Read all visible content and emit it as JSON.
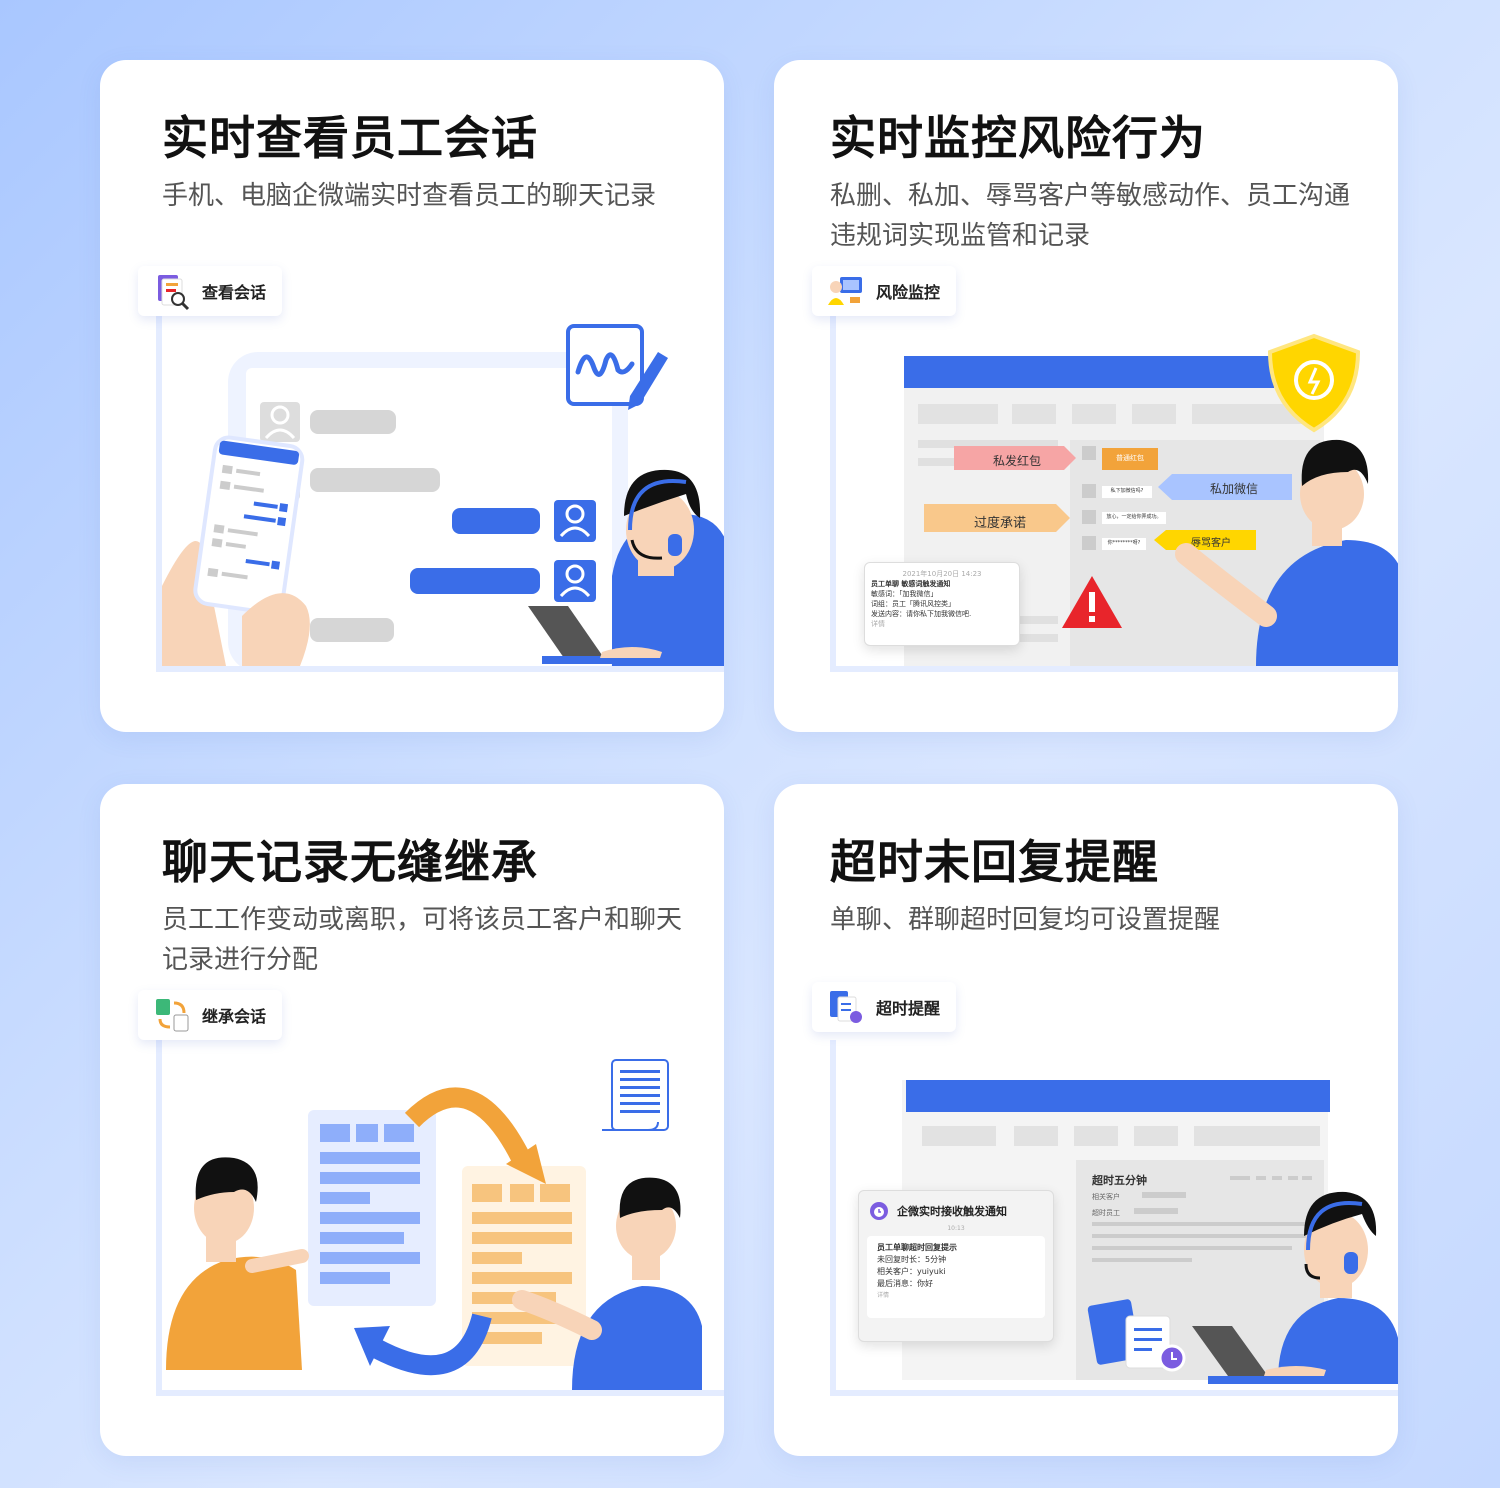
{
  "cards": [
    {
      "title": "实时查看员工会话",
      "desc": "手机、电脑企微端实时查看员工的聊天记录",
      "tag": "查看会话"
    },
    {
      "title": "实时监控风险行为",
      "desc": "私删、私加、辱骂客户等敏感动作、员工沟通违规词实现监管和记录",
      "tag": "风险监控",
      "labels": {
        "red": "私发红包",
        "orange": "过度承诺",
        "blue": "私加微信",
        "yellow": "辱骂客户",
        "redpacket": "普通红包",
        "msg1": "私下加微信吗?",
        "msg2": "放心，一定给你弄成功。",
        "msg3": "你********呀?"
      },
      "alert": {
        "time": "2021年10月20日 14:23",
        "head": "员工单聊 敏感词触发通知",
        "line1": "敏感词：「加我微信」",
        "line2": "词组：员工「腾讯风控类」",
        "line3": "发送内容：请你私下加我微信吧.",
        "more": "详情"
      }
    },
    {
      "title": "聊天记录无缝继承",
      "desc": "员工工作变动或离职，可将该员工客户和聊天记录进行分配",
      "tag": "继承会话"
    },
    {
      "title": "超时未回复提醒",
      "desc": "单聊、群聊超时回复均可设置提醒",
      "tag": "超时提醒",
      "panel": {
        "title": "超时五分钟",
        "row1": "相关客户",
        "row2": "超时员工"
      },
      "notify": {
        "header": "企微实时接收触发通知",
        "time": "10:13",
        "head": "员工单聊超时回复提示",
        "line1": "未回复时长：5分钟",
        "line2": "相关客户：yuiyuki",
        "line3": "最后消息：你好",
        "more": "详情"
      }
    }
  ],
  "colors": {
    "blue": "#3a6de8",
    "orange": "#f2a33a",
    "yellow": "#ffd600",
    "red": "#e8252b"
  }
}
